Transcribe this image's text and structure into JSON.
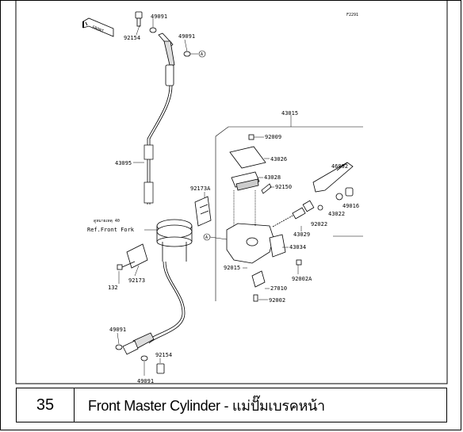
{
  "diagram": {
    "code": "F2291",
    "front_tag": "FRONT",
    "ref_note_small": "ดูหมายเหตุ 40",
    "ref_label": "Ref.Front Fork",
    "part_numbers": {
      "p49091_top": "49091",
      "p92154_top": "92154",
      "p49091_top2": "49091",
      "marker_a_top": "A",
      "p43015": "43015",
      "p92009": "92009",
      "p43026": "43026",
      "p46092": "46092",
      "p43028": "43028",
      "p92150": "92150",
      "p43095": "43095",
      "p92173a": "92173A",
      "p49016": "49016",
      "p43022": "43022",
      "p92022": "92022",
      "p43029": "43029",
      "marker_a_mid": "A",
      "p43034": "43034",
      "p92015": "92015",
      "p92002a": "92002A",
      "p27010": "27010",
      "p92002": "92002",
      "p132": "132",
      "p92173": "92173",
      "p49091_bot": "49091",
      "p92154_bot": "92154",
      "p49091_bot2": "49091"
    }
  },
  "caption": {
    "page_number": "35",
    "title": "Front Master Cylinder - แม่ปั๊มเบรคหน้า"
  }
}
